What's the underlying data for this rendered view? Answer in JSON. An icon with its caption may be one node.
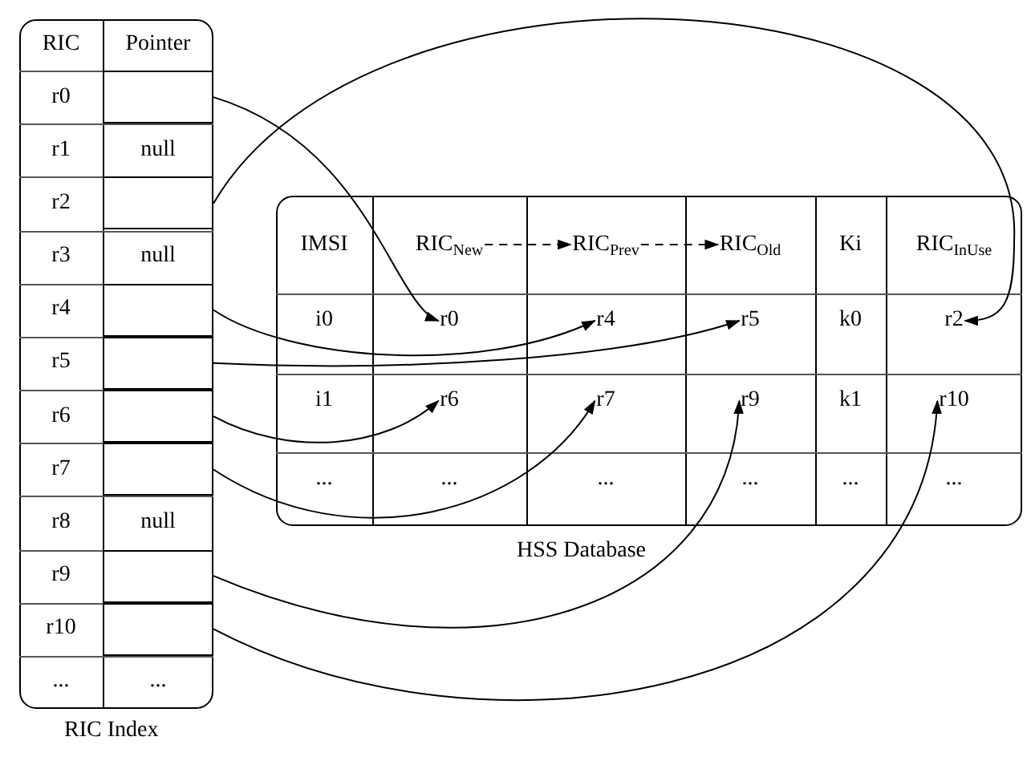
{
  "diagram": {
    "nodes": [
      {
        "text": [],
        "shape": "box",
        "beside": [
          "RIC Index"
        ]
      },
      {
        "text": [
          "RIC"
        ],
        "in": 0
      },
      {
        "text": [
          "Pointer"
        ],
        "in": 0
      },
      {
        "text": [
          "r0"
        ],
        "in": 0
      },
      {
        "text": [],
        "shape": "box",
        "in": 0
      },
      {
        "text": [
          "r1"
        ],
        "in": 0
      },
      {
        "text": [
          "null"
        ],
        "in": 0
      },
      {
        "text": [
          "r2"
        ],
        "in": 0
      },
      {
        "text": [],
        "shape": "box",
        "in": 0
      },
      {
        "text": [
          "r3"
        ],
        "in": 0
      },
      {
        "text": [
          "null"
        ],
        "in": 0
      },
      {
        "text": [
          "r4"
        ],
        "in": 0
      },
      {
        "text": [],
        "shape": "box",
        "in": 0
      },
      {
        "text": [
          "r5"
        ],
        "in": 0
      },
      {
        "text": [],
        "shape": "box",
        "in": 0
      },
      {
        "text": [
          "r6"
        ],
        "in": 0
      },
      {
        "text": [],
        "shape": "box",
        "in": 0
      },
      {
        "text": [
          "r7"
        ],
        "in": 0
      },
      {
        "text": [],
        "shape": "box",
        "in": 0
      },
      {
        "text": [
          "r8"
        ],
        "in": 0
      },
      {
        "text": [
          "null"
        ],
        "in": 0
      },
      {
        "text": [
          "r9"
        ],
        "in": 0
      },
      {
        "text": [],
        "shape": "box",
        "in": 0
      },
      {
        "text": [
          "r10"
        ],
        "in": 0
      },
      {
        "text": [],
        "shape": "box",
        "in": 0
      },
      {
        "text": [
          "..."
        ],
        "in": 0
      },
      {
        "text": [
          "..."
        ],
        "in": 0
      },
      {
        "text": [],
        "shape": "box",
        "beside": [
          "HSS Database"
        ]
      },
      {
        "text": [
          "IMSI"
        ],
        "in": 27
      },
      {
        "text": [
          "RIC$_{New}$"
        ],
        "in": 27
      },
      {
        "text": [
          "RIC$_{Prev}$"
        ],
        "in": 27
      },
      {
        "text": [
          "RIC$_{Old}$"
        ],
        "in": 27
      },
      {
        "text": [
          "Ki"
        ],
        "in": 27
      },
      {
        "text": [
          "RIC$_{InUse}$"
        ],
        "in": 27
      },
      {
        "text": [
          "i0"
        ],
        "in": 27
      },
      {
        "text": [
          "r0"
        ],
        "in": 27
      },
      {
        "text": [
          "r4"
        ],
        "in": 27
      },
      {
        "text": [
          "r5"
        ],
        "in": 27
      },
      {
        "text": [
          "k0"
        ],
        "in": 27
      },
      {
        "text": [
          "r2"
        ],
        "in": 27
      },
      {
        "text": [
          "i1"
        ],
        "in": 27
      },
      {
        "text": [
          "r6"
        ],
        "in": 27
      },
      {
        "text": [
          "r7"
        ],
        "in": 27
      },
      {
        "text": [
          "r9"
        ],
        "in": 27
      },
      {
        "text": [
          "k1"
        ],
        "in": 27
      },
      {
        "text": [
          "r10"
        ],
        "in": 27
      },
      {
        "text": [
          "..."
        ],
        "in": 27
      },
      {
        "text": [
          "..."
        ],
        "in": 27
      },
      {
        "text": [
          "..."
        ],
        "in": 27
      },
      {
        "text": [
          "..."
        ],
        "in": 27
      },
      {
        "text": [
          "..."
        ],
        "in": 27
      },
      {
        "text": [
          "..."
        ],
        "in": 27
      }
    ],
    "edges": [
      {
        "from": 4,
        "to": 35,
        "arrow": "to"
      },
      {
        "from": 8,
        "to": 39,
        "arrow": "to"
      },
      {
        "from": 12,
        "to": 36,
        "arrow": "to"
      },
      {
        "from": 14,
        "to": 37,
        "arrow": "to"
      },
      {
        "from": 16,
        "to": 41,
        "arrow": "to"
      },
      {
        "from": 18,
        "to": 42,
        "arrow": "to"
      },
      {
        "from": 22,
        "to": 43,
        "arrow": "to"
      },
      {
        "from": 24,
        "to": 45,
        "arrow": "to"
      },
      {
        "from": 29,
        "to": 30,
        "arrow": "to",
        "style": "dashed"
      },
      {
        "from": 30,
        "to": 31,
        "arrow": "to",
        "style": "dashed"
      }
    ]
  }
}
